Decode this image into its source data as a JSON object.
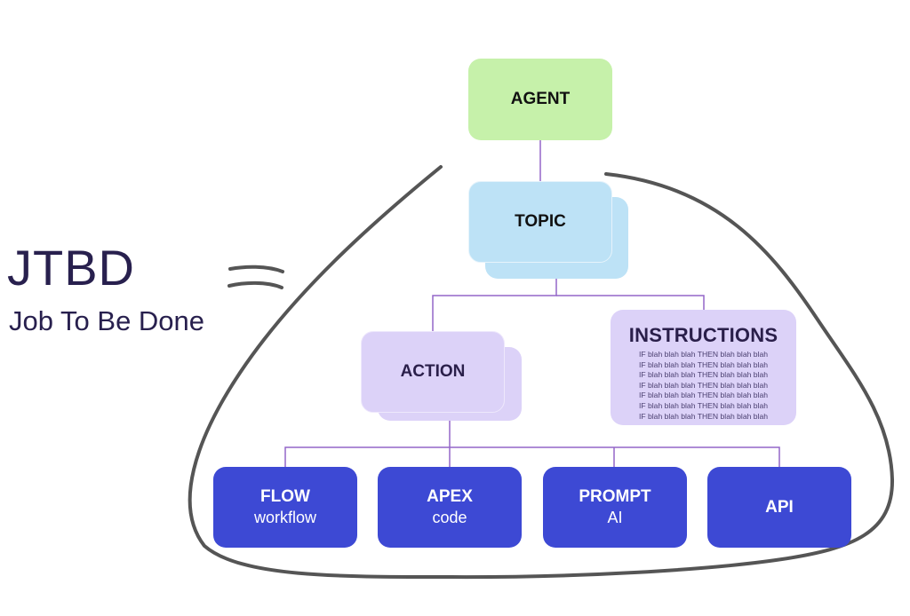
{
  "heading": {
    "acronym": "JTBD",
    "expansion": "Job To Be Done",
    "equals_symbol": "equals-sign-icon"
  },
  "nodes": {
    "agent": {
      "label": "AGENT"
    },
    "topic": {
      "label": "TOPIC"
    },
    "action": {
      "label": "ACTION"
    },
    "instructions": {
      "label": "INSTRUCTIONS",
      "lines": [
        "IF blah blah blah THEN blah blah blah",
        "IF blah blah blah THEN blah blah blah",
        "IF blah blah blah THEN blah blah blah",
        "IF blah blah blah THEN blah blah blah",
        "IF blah blah blah THEN blah blah blah",
        "IF blah blah blah THEN blah blah blah",
        "IF blah blah blah THEN blah blah blah"
      ]
    },
    "leaves": [
      {
        "label": "FLOW",
        "sub": "workflow"
      },
      {
        "label": "APEX",
        "sub": "code"
      },
      {
        "label": "PROMPT",
        "sub": "AI"
      },
      {
        "label": "API",
        "sub": ""
      }
    ]
  },
  "colors": {
    "agent": "#c6f1aa",
    "topic": "#bde2f6",
    "action": "#dcd2f8",
    "instructions": "#dcd2f8",
    "leaf": "#3d49d4",
    "connector": "#9466c8",
    "hand_drawn": "#555555",
    "heading_text": "#28204e"
  }
}
